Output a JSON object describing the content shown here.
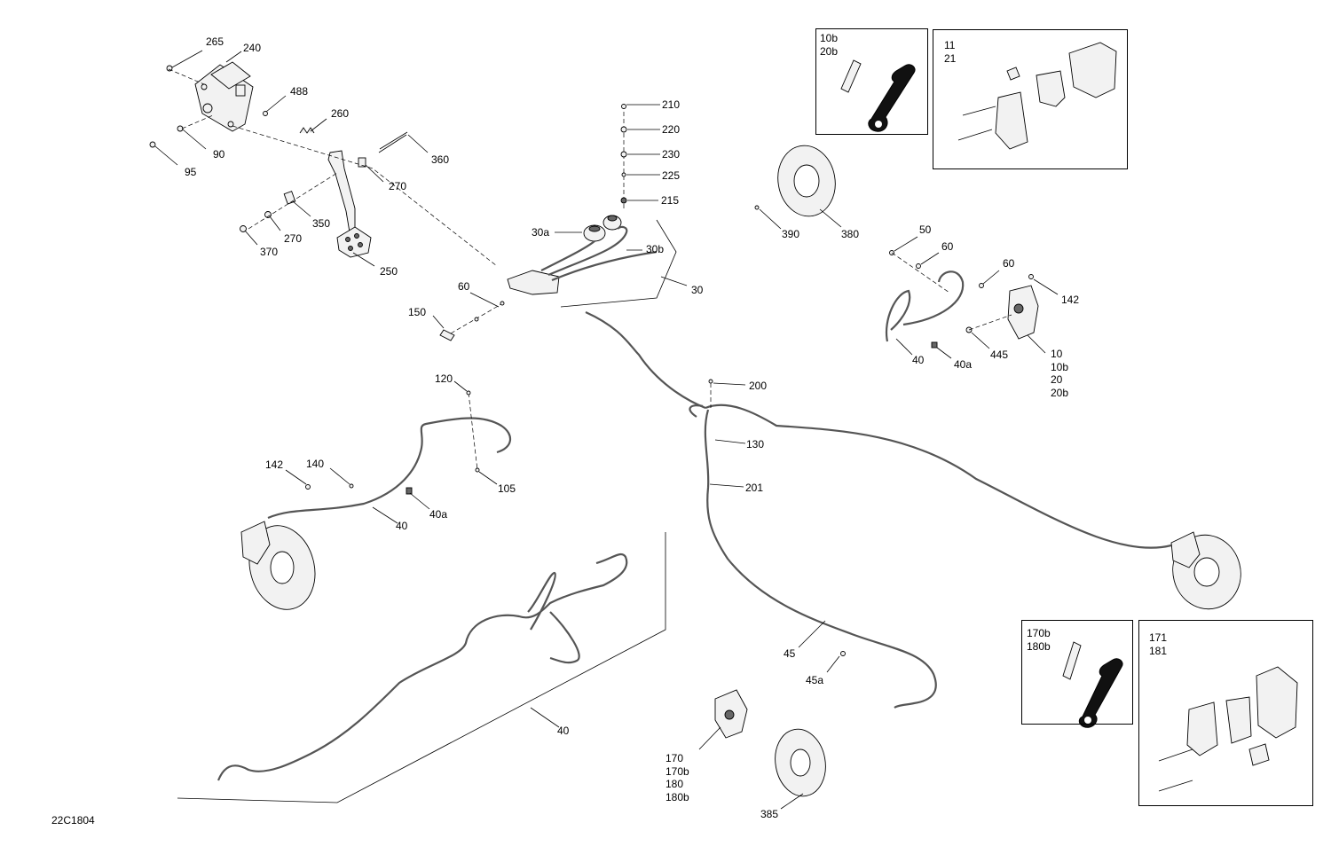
{
  "labels": {
    "l265": "265",
    "l240": "240",
    "l488": "488",
    "l260": "260",
    "l90": "90",
    "l95": "95",
    "l360": "360",
    "l270a": "270",
    "l350": "350",
    "l270b": "270",
    "l370": "370",
    "l250": "250",
    "l210": "210",
    "l220": "220",
    "l230": "230",
    "l225": "225",
    "l215": "215",
    "l30a": "30a",
    "l30b": "30b",
    "l30": "30",
    "l60a": "60",
    "l150": "150",
    "l380": "380",
    "l390": "390",
    "l50": "50",
    "l60b": "60",
    "l60c": "60",
    "l142a": "142",
    "l40a_r": "40",
    "l40a2": "40a",
    "l445": "445",
    "l120": "120",
    "l200": "200",
    "l130": "130",
    "l201": "201",
    "l105": "105",
    "l142b": "142",
    "l140": "140",
    "l40b": "40",
    "l40a3": "40a",
    "l45": "45",
    "l45a": "45a",
    "l40c": "40",
    "l385": "385"
  },
  "stacks": {
    "caliper_rear_right": [
      "10",
      "10b",
      "20",
      "20b"
    ],
    "caliper_rear_left": [
      "170",
      "170b",
      "180",
      "180b"
    ]
  },
  "insets": {
    "bleeder_front": [
      "10b",
      "20b"
    ],
    "pads_front": [
      "11",
      "21"
    ],
    "bleeder_rear": [
      "170b",
      "180b"
    ],
    "pads_rear": [
      "171",
      "181"
    ]
  },
  "drawing_code": "22C1804"
}
